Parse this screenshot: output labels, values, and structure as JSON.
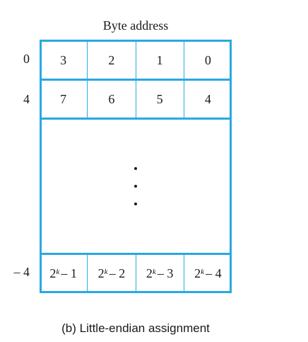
{
  "header": "Byte address",
  "rows": [
    {
      "address": "0",
      "cells": [
        "3",
        "2",
        "1",
        "0"
      ]
    },
    {
      "address": "4",
      "cells": [
        "7",
        "6",
        "5",
        "4"
      ]
    }
  ],
  "last_row": {
    "address": "– 4",
    "cells": [
      {
        "base": "2",
        "exp": "k",
        "rest": "– 1"
      },
      {
        "base": "2",
        "exp": "k",
        "rest": "– 2"
      },
      {
        "base": "2",
        "exp": "k",
        "rest": "– 3"
      },
      {
        "base": "2",
        "exp": "k",
        "rest": "– 4"
      }
    ]
  },
  "caption": "(b) Little-endian assignment",
  "colors": {
    "border": "#29a9e0",
    "text": "#1a1a1a"
  }
}
